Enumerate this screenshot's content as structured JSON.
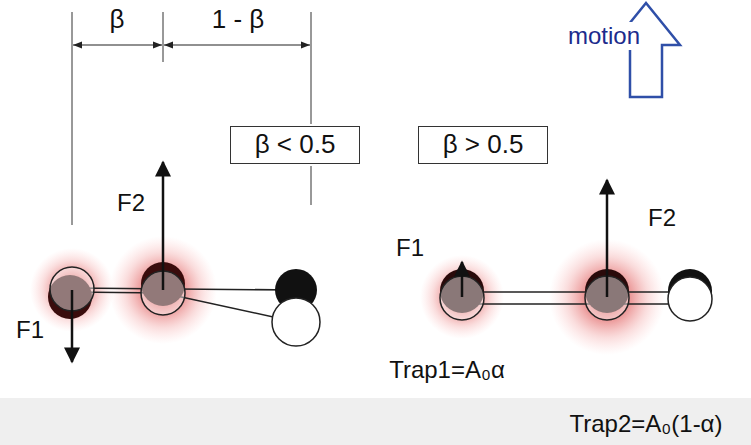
{
  "diagram": {
    "nodes": [
      {
        "text": [
          "motion"
        ]
      },
      {
        "text": [
          "β < 0.5"
        ]
      },
      {
        "text": [
          "β > 0.5"
        ]
      }
    ],
    "labels": [
      "β",
      "1 - β",
      "F2",
      "F1",
      "F1",
      "F2",
      "Trap1=A₀α",
      "Trap2=A₀(1-α)"
    ]
  }
}
